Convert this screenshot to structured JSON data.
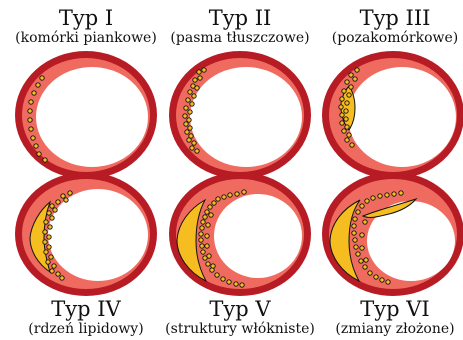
{
  "diagram": {
    "colors": {
      "vessel_wall": "#b71c25",
      "intima": "#ef6b60",
      "lumen": "#ffffff",
      "lipid_core": "#f5bd1f",
      "outline": "#111111"
    },
    "panels": [
      {
        "id": "typ-1",
        "title": "Typ I",
        "subtitle": "(komórki piankowe)"
      },
      {
        "id": "typ-2",
        "title": "Typ II",
        "subtitle": "(pasma tłuszczowe)"
      },
      {
        "id": "typ-3",
        "title": "Typ III",
        "subtitle": "(pozakomórkowe)"
      },
      {
        "id": "typ-4",
        "title": "Typ IV",
        "subtitle": "(rdzeń lipidowy)"
      },
      {
        "id": "typ-5",
        "title": "Typ V",
        "subtitle": "(struktury włókniste)"
      },
      {
        "id": "typ-6",
        "title": "Typ VI",
        "subtitle": "(zmiany złożone)"
      }
    ]
  }
}
